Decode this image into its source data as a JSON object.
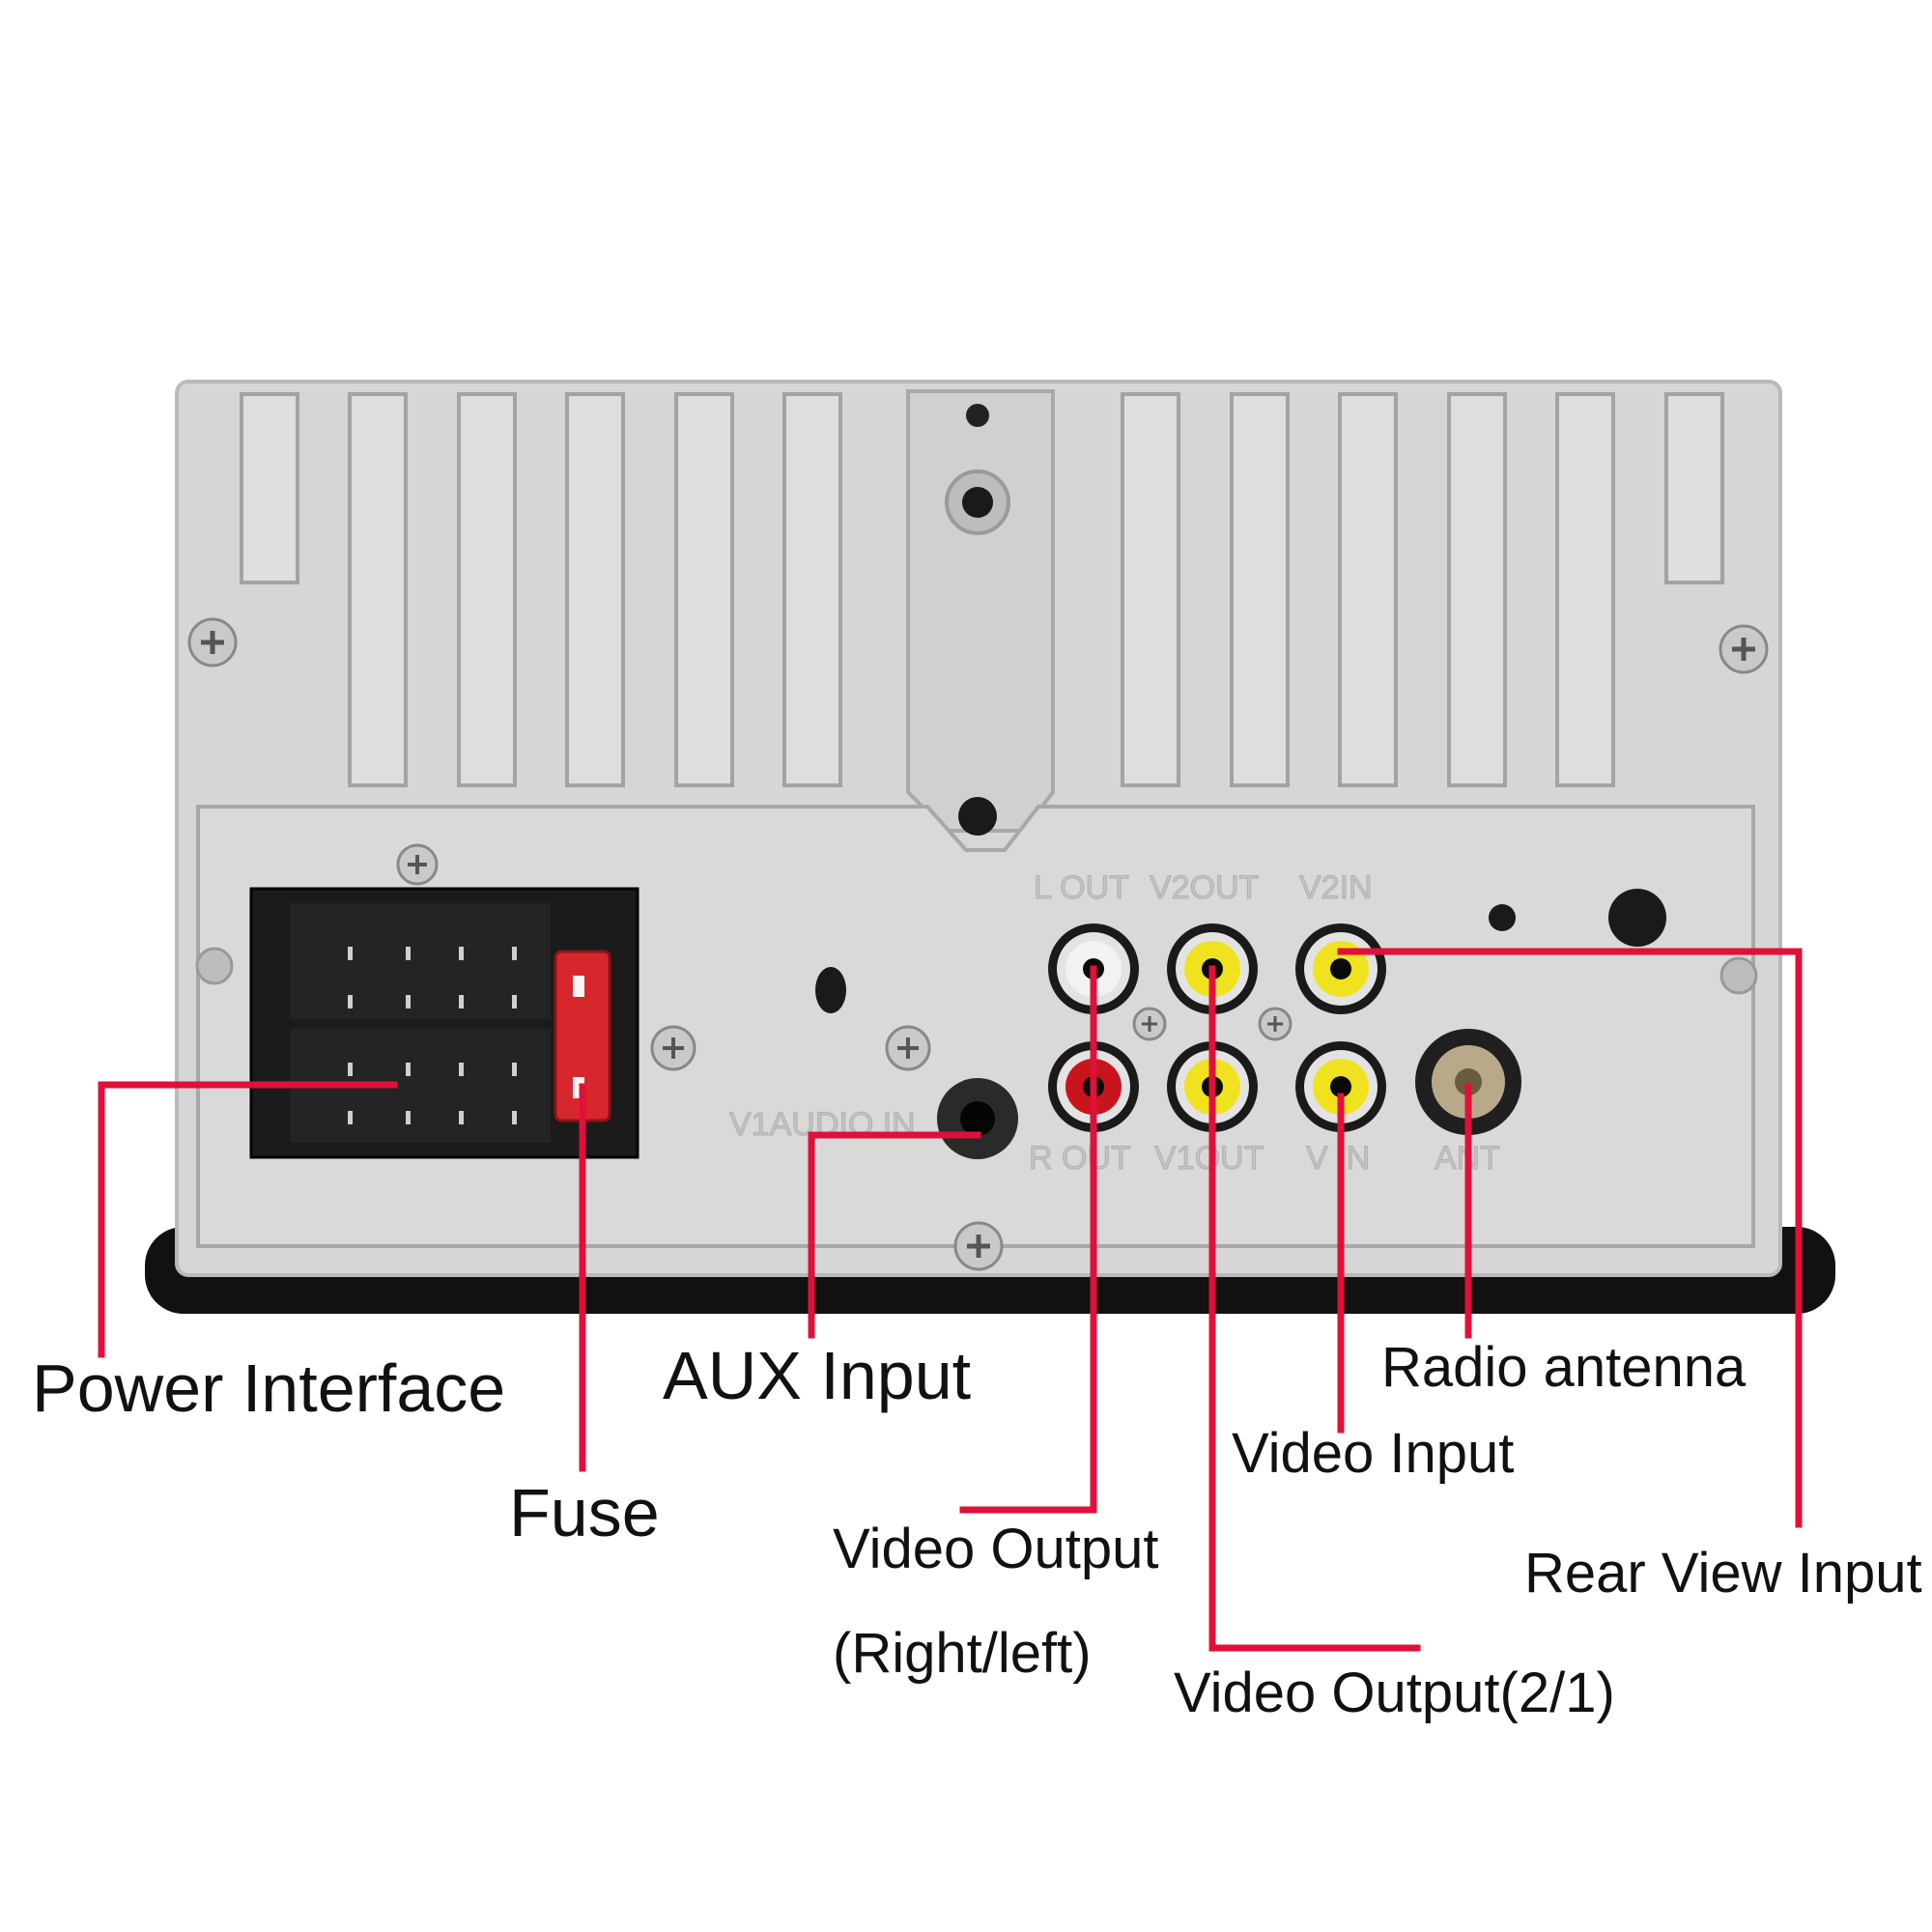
{
  "colors": {
    "callout_line": "#e0103a",
    "chassis": "#d6d6d6",
    "chassis_shadow": "#111111",
    "connector_black": "#1b1b1b",
    "fuse_red": "#d8272c",
    "rca_white": "#f2f2f2",
    "rca_red": "#c8151c",
    "rca_yellow": "#f0e21e"
  },
  "panel_markings": {
    "l_out": "L OUT",
    "v2_out": "V2OUT",
    "v2_in": "V2IN",
    "r_out": "R OUT",
    "v1_out": "V1OUT",
    "v_in": "V IN",
    "ant": "ANT",
    "v1_audio_in": "V1AUDIO IN"
  },
  "callouts": {
    "power_interface": "Power Interface",
    "fuse": "Fuse",
    "aux_input": "AUX Input",
    "video_output_rl_line1": "Video Output",
    "video_output_rl_line2": "(Right/left)",
    "video_output_21": "Video Output(2/1)",
    "radio_antenna": "Radio antenna",
    "video_input": "Video Input",
    "rear_view_input": "Rear View Input"
  }
}
